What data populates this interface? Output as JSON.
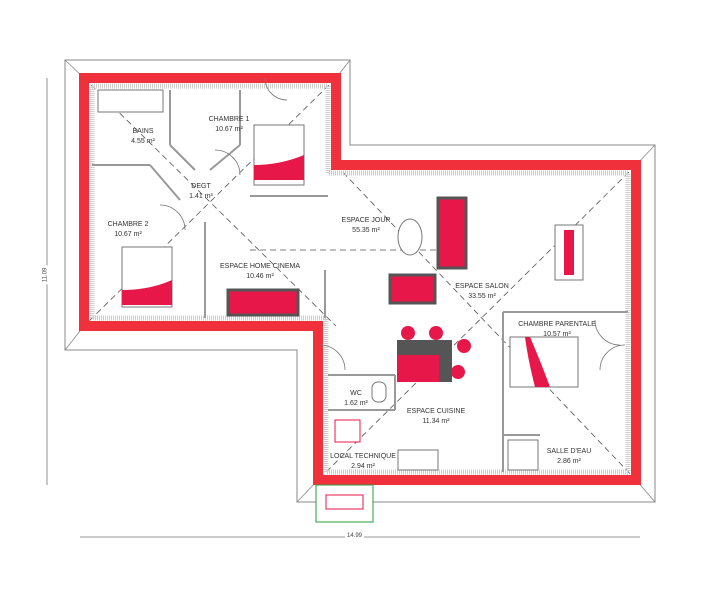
{
  "plan": {
    "dimensions": {
      "width": "14.99",
      "height": "11.09"
    },
    "colors": {
      "wall": "#f0313b",
      "furniture_accent": "#e8174a",
      "furniture_dark": "#555555",
      "roof_line": "#777777",
      "dashed_green": "#2a9d3a"
    },
    "rooms": [
      {
        "name": "BAINS",
        "area": "4.55 m²"
      },
      {
        "name": "CHAMBRE 1",
        "area": "10.67 m²"
      },
      {
        "name": "DEGT",
        "area": "1.41 m²"
      },
      {
        "name": "CHAMBRE 2",
        "area": "10.67 m²"
      },
      {
        "name": "ESPACE JOUR",
        "area": "55.35 m²"
      },
      {
        "name": "ESPACE HOME CINEMA",
        "area": "10.46 m²"
      },
      {
        "name": "ESPACE SALON",
        "area": "33.55 m²"
      },
      {
        "name": "CHAMBRE PARENTALE",
        "area": "10.57 m²"
      },
      {
        "name": "WC",
        "area": "1.62 m²"
      },
      {
        "name": "ESPACE CUISINE",
        "area": "11.34 m²"
      },
      {
        "name": "LOCAL TECHNIQUE",
        "area": "2.94 m²"
      },
      {
        "name": "SALLE D'EAU",
        "area": "2.86 m²"
      }
    ]
  }
}
